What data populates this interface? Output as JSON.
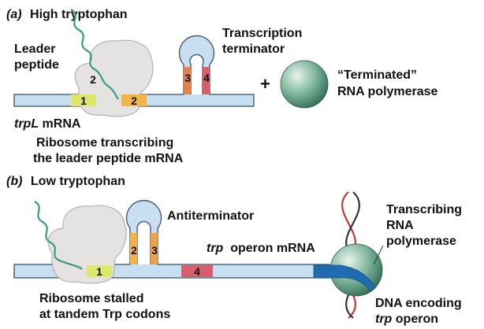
{
  "panels": {
    "a": {
      "letter": "(a)",
      "title": "High tryptophan",
      "leader_peptide_line1": "Leader",
      "leader_peptide_line2": "peptide",
      "mrna_gene": "trpL",
      "mrna_suffix": " mRNA",
      "ribosome_line1": "Ribosome transcribing",
      "ribosome_line2": "the leader peptide mRNA",
      "terminator_line1": "Transcription",
      "terminator_line2": "terminator",
      "plus": "+",
      "terminated_line1": "“Terminated”",
      "terminated_line2": "RNA polymerase",
      "ribosome_number": "2",
      "region_1": "1",
      "region_2": "2",
      "region_3": "3",
      "region_4": "4"
    },
    "b": {
      "letter": "(b)",
      "title": "Low tryptophan",
      "antiterminator": "Antiterminator",
      "operon_mrna_gene": "trp",
      "operon_mrna_suffix": "  operon mRNA",
      "transcribing_line1": "Transcribing",
      "transcribing_line2": "RNA",
      "transcribing_line3": "polymerase",
      "stalled_line1": "Ribosome stalled",
      "stalled_line2": "at tandem Trp codons",
      "dna_line1": "DNA encoding",
      "dna_line2_gene": "trp",
      "dna_line2_suffix": " operon",
      "region_1": "1",
      "region_2": "2",
      "region_3": "3",
      "region_4": "4"
    }
  },
  "colors": {
    "mrna": "#c7dff0",
    "mrna_outline": "#3a4f60",
    "ribosome": "#e4e3e1",
    "ribosome_outline": "#a9a8a6",
    "region_1": "#dde76a",
    "region_2": "#f3b447",
    "region_3": "#f0a146",
    "region_4": "#d95e6c",
    "peptide": "#3b9a82",
    "polymerase": "#2f7a62",
    "operon_mrna": "#1f6db0",
    "dna_red": "#cc3333",
    "dna_dark": "#333333"
  }
}
